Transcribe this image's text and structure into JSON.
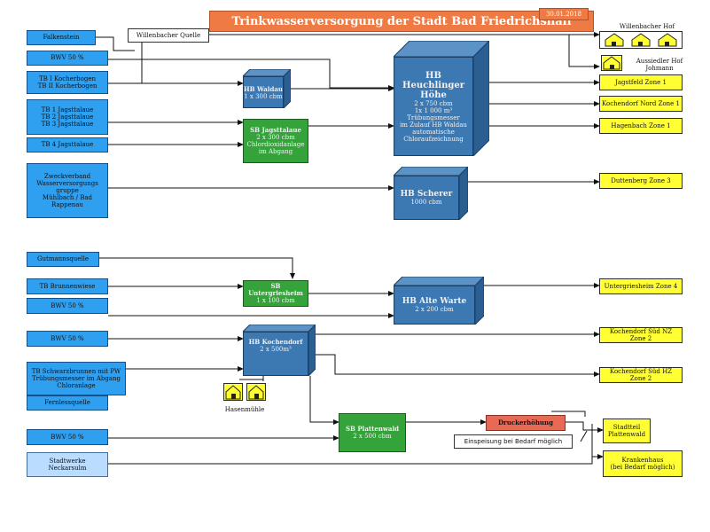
{
  "title": "Trinkwasserversorgung der Stadt Bad Friedrichshall",
  "date": "30.01.2018",
  "sources": {
    "falkenstein": "Falkenstein",
    "willenbacher_quelle": "Willenbacher Quelle",
    "bwv1": "BWV  50 %",
    "tb_kocher": "TB I Kocherbogen\nTB II Kocherbogen",
    "tb_jagst123": "TB 1 Jagsttalaue\nTB 2 Jagsttalaue\nTB 3 Jagsttalaue",
    "tb_jagst4": "TB 4 Jagsttalaue",
    "zweckverband": "Zweckverband\nWasserversorgungs\ngruppe\nMühlbach / Bad\nRappenau",
    "gutmannsquelle": "Gutmannsquelle",
    "tb_brunnenwiese": "TB Brunnenwiese",
    "bwv2": "BWV  50 %",
    "bwv3": "BWV  50 %",
    "tb_schwarzbrunnen": "TB Schwarzbrunnen mit PW\nTrübungsmesser im Abgang\nChloranlage",
    "fernlessquelle": "Fernlessquelle",
    "bwv4": "BWV  50 %",
    "stadtwerke": "Stadtwerke\nNeckarsulm"
  },
  "facilities": {
    "hb_waldau": {
      "name": "HB Waldau",
      "detail": "1 x  300 cbm"
    },
    "sb_jagsttalaue": {
      "name": "SB Jagsttalaue",
      "detail": "2 x 300 cbm\nChlordioxidanlage\nim Abgang"
    },
    "hb_heuchlinger": {
      "name": "HB Heuchlinger\nHöhe",
      "detail": "2 x 750 cbm\n1x 1 000 m³\nTrübungsmesser\nim Zulauf HB Waldau\nautomatische\nChloraufzeichnung"
    },
    "hb_scherer": {
      "name": "HB Scherer",
      "detail": "1000 cbm"
    },
    "sb_untergriesheim": {
      "name": "SB Untergriesheim",
      "detail": "1 x 100 cbm"
    },
    "hb_alte_warte": {
      "name": "HB Alte Warte",
      "detail": "2 x 200 cbm"
    },
    "hb_kochendorf": {
      "name": "HB Kochendorf",
      "detail": "2 x 500m³"
    },
    "sb_plattenwald": {
      "name": "SB Plattenwald",
      "detail": "2 x 500 cbm"
    },
    "druckerhoehung": {
      "name": "Druckerhöhung"
    },
    "einspeisung": {
      "name": "Einspeisung bei Bedarf möglich"
    }
  },
  "zones": {
    "willenbacher_hof": "Willenbacher Hof",
    "aussiedler_hof": "Aussiedler Hof\nJohmann",
    "jagstfeld": "Jagstfeld Zone 1",
    "kochendorf_nord": "Kochendorf Nord Zone 1",
    "hagenbach": "Hagenbach Zone 1",
    "duttenberg": "Duttenberg Zone 3",
    "untergriesheim": "Untergriesheim Zone 4",
    "kochendorf_sued_nz": "Kochendorf Süd NZ Zone 2",
    "kochendorf_sued_hz": "Kochendorf Süd HZ Zone 2",
    "stadtteil_plattenwald": "Stadtteil\nPlattenwald",
    "krankenhaus": "Krankenhaus\n(bei Bedarf möglich)",
    "hasenmuehle": "Hasenmühle"
  },
  "colors": {
    "source": "#2f9ff0",
    "source_light": "#b9dcff",
    "storage": "#3c78b2",
    "pump": "#33a33a",
    "zone": "#ffff33",
    "banner": "#f07a44",
    "booster": "#e86a55"
  },
  "icons": {
    "house": "house-icon"
  }
}
